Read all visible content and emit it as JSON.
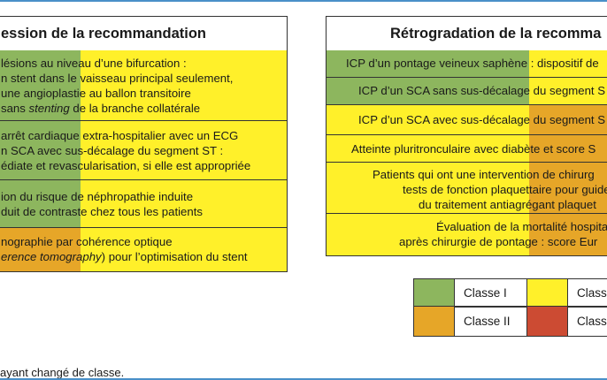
{
  "colors": {
    "green": "#8db65e",
    "yellow": "#fff02a",
    "orange": "#e6a628",
    "red": "#cc4b33",
    "rule": "#4a90c8"
  },
  "left_panel": {
    "title": "ession de la recommandation",
    "rows": [
      {
        "lines": [
          "lésions au niveau d’une bifurcation :",
          "n stent dans le vaisseau principal seulement,",
          "une angioplastie au ballon transitoire",
          [
            "sans ",
            "stenting",
            " de la branche collatérale"
          ]
        ]
      },
      {
        "lines": [
          "arrêt cardiaque extra-hospitalier avec un ECG",
          "n SCA avec sus-décalage du segment ST :",
          "édiate et revascularisation, si elle est appropriée"
        ]
      },
      {
        "lines": [
          "ion du risque de néphropathie induite",
          "duit de contraste chez tous les patients"
        ]
      },
      {
        "lines": [
          "nographie par cohérence optique",
          [
            "erence tomography",
            ") pour l’optimisation du stent"
          ]
        ]
      }
    ]
  },
  "right_panel": {
    "title": "Rétrogradation de la recomma",
    "rows": [
      {
        "lines": [
          "ICP d’un pontage veineux saphène : dispositif de"
        ]
      },
      {
        "lines": [
          "ICP d’un SCA sans sus-décalage du segment S"
        ]
      },
      {
        "lines": [
          "ICP d’un SCA avec sus-décalage du segment S"
        ]
      },
      {
        "lines": [
          "Atteinte pluritronculaire avec diabète et score S"
        ]
      },
      {
        "lines": [
          "Patients qui ont une intervention de chirurg",
          "tests de fonction plaquettaire pour guider",
          "du traitement antiagrégant plaquet"
        ]
      },
      {
        "lines": [
          "Évaluation de la mortalité hospital",
          "après chirurgie de pontage : score Eur"
        ]
      }
    ]
  },
  "legend": {
    "class_1": "Classe I",
    "class_2": "Classe II",
    "class_3_partial": "Classe",
    "class_4_partial": "Classe"
  },
  "footnote": "ayant changé de classe."
}
